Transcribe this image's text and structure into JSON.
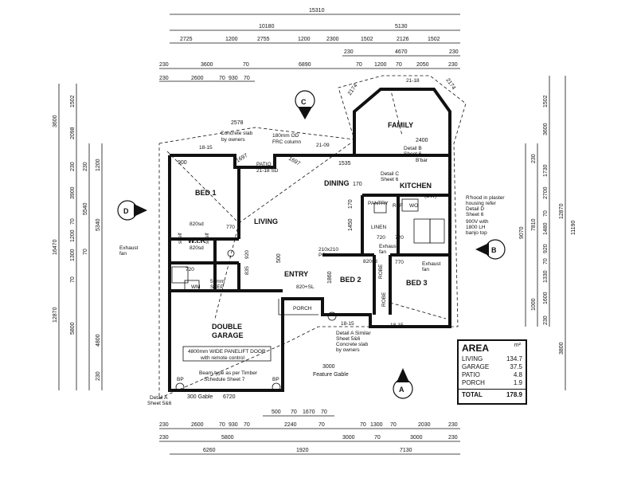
{
  "dims_top": {
    "overall": "15310",
    "left_total": "10180",
    "right_total": "5130",
    "row3": [
      "2725",
      "1200",
      "2755",
      "1200",
      "2300",
      "1502",
      "2126",
      "1502"
    ],
    "row4_left": "230",
    "row4_mid": "4670",
    "row4_right": "230",
    "row5": [
      "230",
      "3600",
      "70",
      "6890",
      "70",
      "1200",
      "70",
      "2050",
      "230"
    ],
    "row6": [
      "230",
      "2600",
      "70",
      "930",
      "70"
    ]
  },
  "dims_bottom": {
    "row1": [
      "500",
      "70",
      "1670",
      "70"
    ],
    "row2": [
      "230",
      "2600",
      "70",
      "930",
      "70",
      "2240",
      "70",
      "70",
      "1300",
      "70",
      "2030",
      "230"
    ],
    "row3": [
      "230",
      "5800",
      "3000",
      "70",
      "3000",
      "230"
    ],
    "row4": [
      "6260",
      "1920",
      "7130"
    ],
    "garage_width": "6720",
    "feature": "3000",
    "feature_label": "Feature Gable",
    "gable_label": "300 Gable"
  },
  "dims_left": [
    "3600",
    "1502",
    "2098",
    "230",
    "1200",
    "3900",
    "230",
    "70",
    "1200",
    "1300",
    "70",
    "70",
    "5800",
    "4800",
    "230"
  ],
  "dims_left_totals": [
    "16470",
    "12870",
    "5540",
    "5340"
  ],
  "dims_right": [
    "1502",
    "3600",
    "230",
    "1730",
    "2700",
    "70",
    "1480",
    "920",
    "70",
    "1330",
    "1600",
    "1000",
    "230",
    "3800"
  ],
  "dims_right_totals": [
    "9070",
    "7810",
    "12870",
    "11190"
  ],
  "rooms": {
    "family": "FAMILY",
    "bed1": "BED 1",
    "dining": "DINING",
    "kitchen": "KITCHEN",
    "living": "LIVING",
    "wir": "W.I.R",
    "entry": "ENTRY",
    "bed2": "BED 2",
    "bed3": "BED 3",
    "porch": "PORCH",
    "double": "DOUBLE",
    "garage": "GARAGE",
    "patio": "PATIO",
    "pantry": "PANTRY",
    "linen": "LINEN",
    "wm": "WM",
    "robe": "ROBE",
    "ref": "REF",
    "dw": "(DW)",
    "wo": "WO"
  },
  "markers": {
    "a": "A",
    "b": "B",
    "c": "C",
    "d": "D"
  },
  "notes": {
    "concrete_top": "Concrete slab",
    "by_owners": "by owners",
    "column1": "180mm OD",
    "column2": "FRC column",
    "patio_pitch": "21-18 SD",
    "pitch_15": "18-15",
    "pitch_18": "21-18",
    "pitch_09": "21-09",
    "detail_b1": "Detail B",
    "detail_b2": "Sheet 6",
    "detail_c1": "Detail C",
    "detail_c2": "Sheet 6",
    "bbar": "B'bar",
    "rhood1": "R'hood in plaster",
    "rhood2": "housing refer",
    "rhood3": "Detail D",
    "rhood4": "Sheet 6",
    "rhood5": "900V with",
    "rhood6": "1800 LH",
    "rhood7": "banjo top",
    "exhaust1": "Exhaust",
    "exhaust2": "fan",
    "door_820": "820sd",
    "door_770": "770",
    "door_720": "720",
    "door_920": "920",
    "door_835": "835",
    "door_820sl": "820+SL",
    "pc": "210x210",
    "pc2": "PC",
    "step1": "50mm",
    "step2": "STEP",
    "shelf": "shelf",
    "detail_a1": "Detail A Similar",
    "detail_a2": "Sheet 5&6",
    "concrete_bot1": "Concrete slab",
    "concrete_bot2": "by owners",
    "garage_door1": "4800mm WIDE PANELIFT DOOR",
    "garage_door2": "with remote control",
    "beam1": "Beam-type as per Timber",
    "beam2": "Schedule Sheet 7",
    "detail_a_left1": "Detail A",
    "detail_a_left2": "Sheet 5&6",
    "bp": "BP",
    "d2578": "2578",
    "d1535": "1535",
    "d2400": "2400",
    "d900": "900",
    "d1860": "1860",
    "d1450": "1450",
    "d170": "170",
    "d500": "500",
    "d2174a": "2174",
    "d2174b": "2174",
    "d1697": "1697",
    "d1697b": "1697"
  },
  "area_table": {
    "title": "AREA",
    "unit": "m²",
    "rows": [
      {
        "label": "LIVING",
        "value": "134.7"
      },
      {
        "label": "GARAGE",
        "value": "37.5"
      },
      {
        "label": "PATIO",
        "value": "4.8"
      },
      {
        "label": "PORCH",
        "value": "1.9"
      }
    ],
    "total_label": "TOTAL",
    "total_value": "178.9"
  }
}
